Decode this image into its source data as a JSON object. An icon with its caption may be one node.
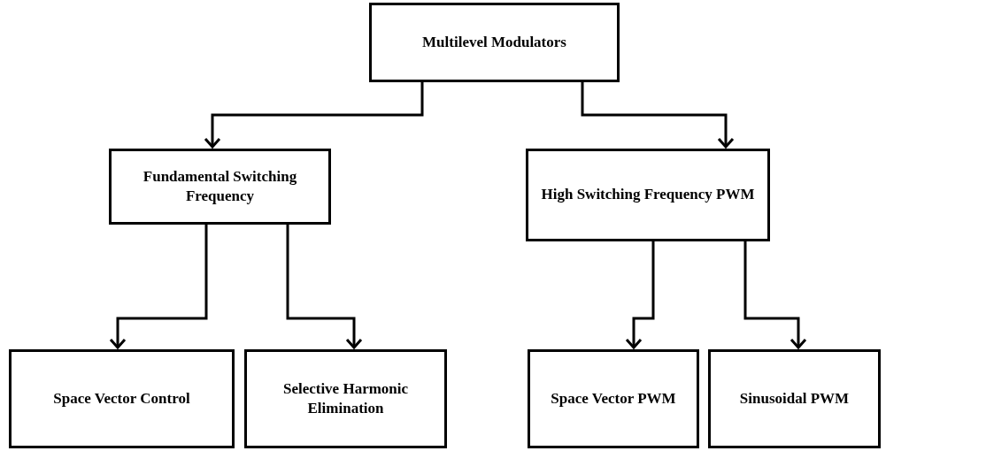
{
  "diagram": {
    "nodes": [
      {
        "text": [
          "Multilevel Modulators"
        ]
      },
      {
        "text": [
          "Fundamental Switching Frequency"
        ]
      },
      {
        "text": [
          "High Switching Frequency PWM"
        ]
      },
      {
        "text": [
          "Space Vector Control"
        ]
      },
      {
        "text": [
          "Selective Harmonic Elimination"
        ]
      },
      {
        "text": [
          "Space Vector PWM"
        ]
      },
      {
        "text": [
          "Sinusoidal PWM"
        ]
      }
    ],
    "edges": [
      {
        "from": 0,
        "to": 1,
        "arrow": "to"
      },
      {
        "from": 0,
        "to": 2,
        "arrow": "to"
      },
      {
        "from": 1,
        "to": 3,
        "arrow": "to"
      },
      {
        "from": 1,
        "to": 4,
        "arrow": "to"
      },
      {
        "from": 2,
        "to": 5,
        "arrow": "to"
      },
      {
        "from": 2,
        "to": 6,
        "arrow": "to"
      }
    ]
  }
}
